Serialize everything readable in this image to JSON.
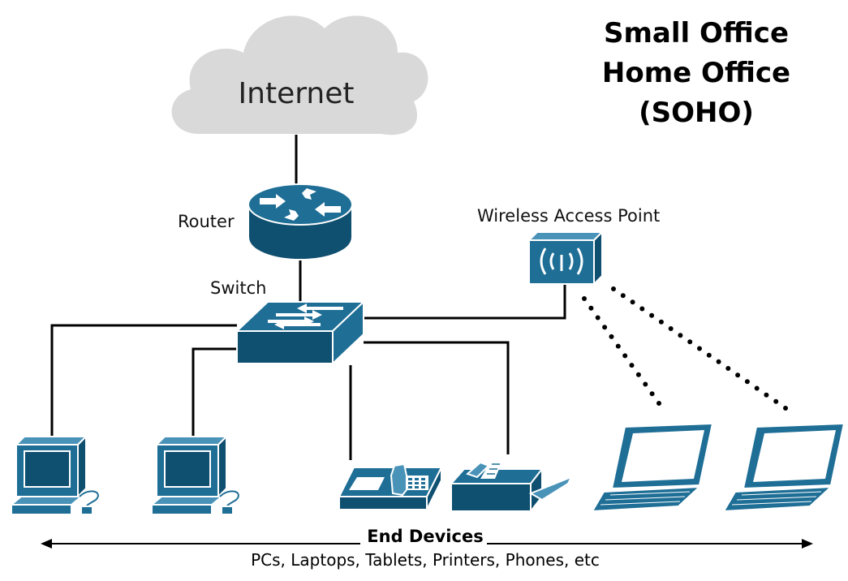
{
  "title": {
    "line1": "Small Office",
    "line2": "Home Office",
    "line3": "(SOHO)"
  },
  "nodes": {
    "internet": "Internet",
    "router": "Router",
    "switch": "Switch",
    "wap": "Wireless Access Point"
  },
  "footer": {
    "heading": "End Devices",
    "subtext": "PCs, Laptops, Tablets, Printers, Phones, etc"
  },
  "colors": {
    "device_fill": "#1e6e96",
    "device_dark": "#0f4f70",
    "cloud": "#d9d9d9"
  }
}
